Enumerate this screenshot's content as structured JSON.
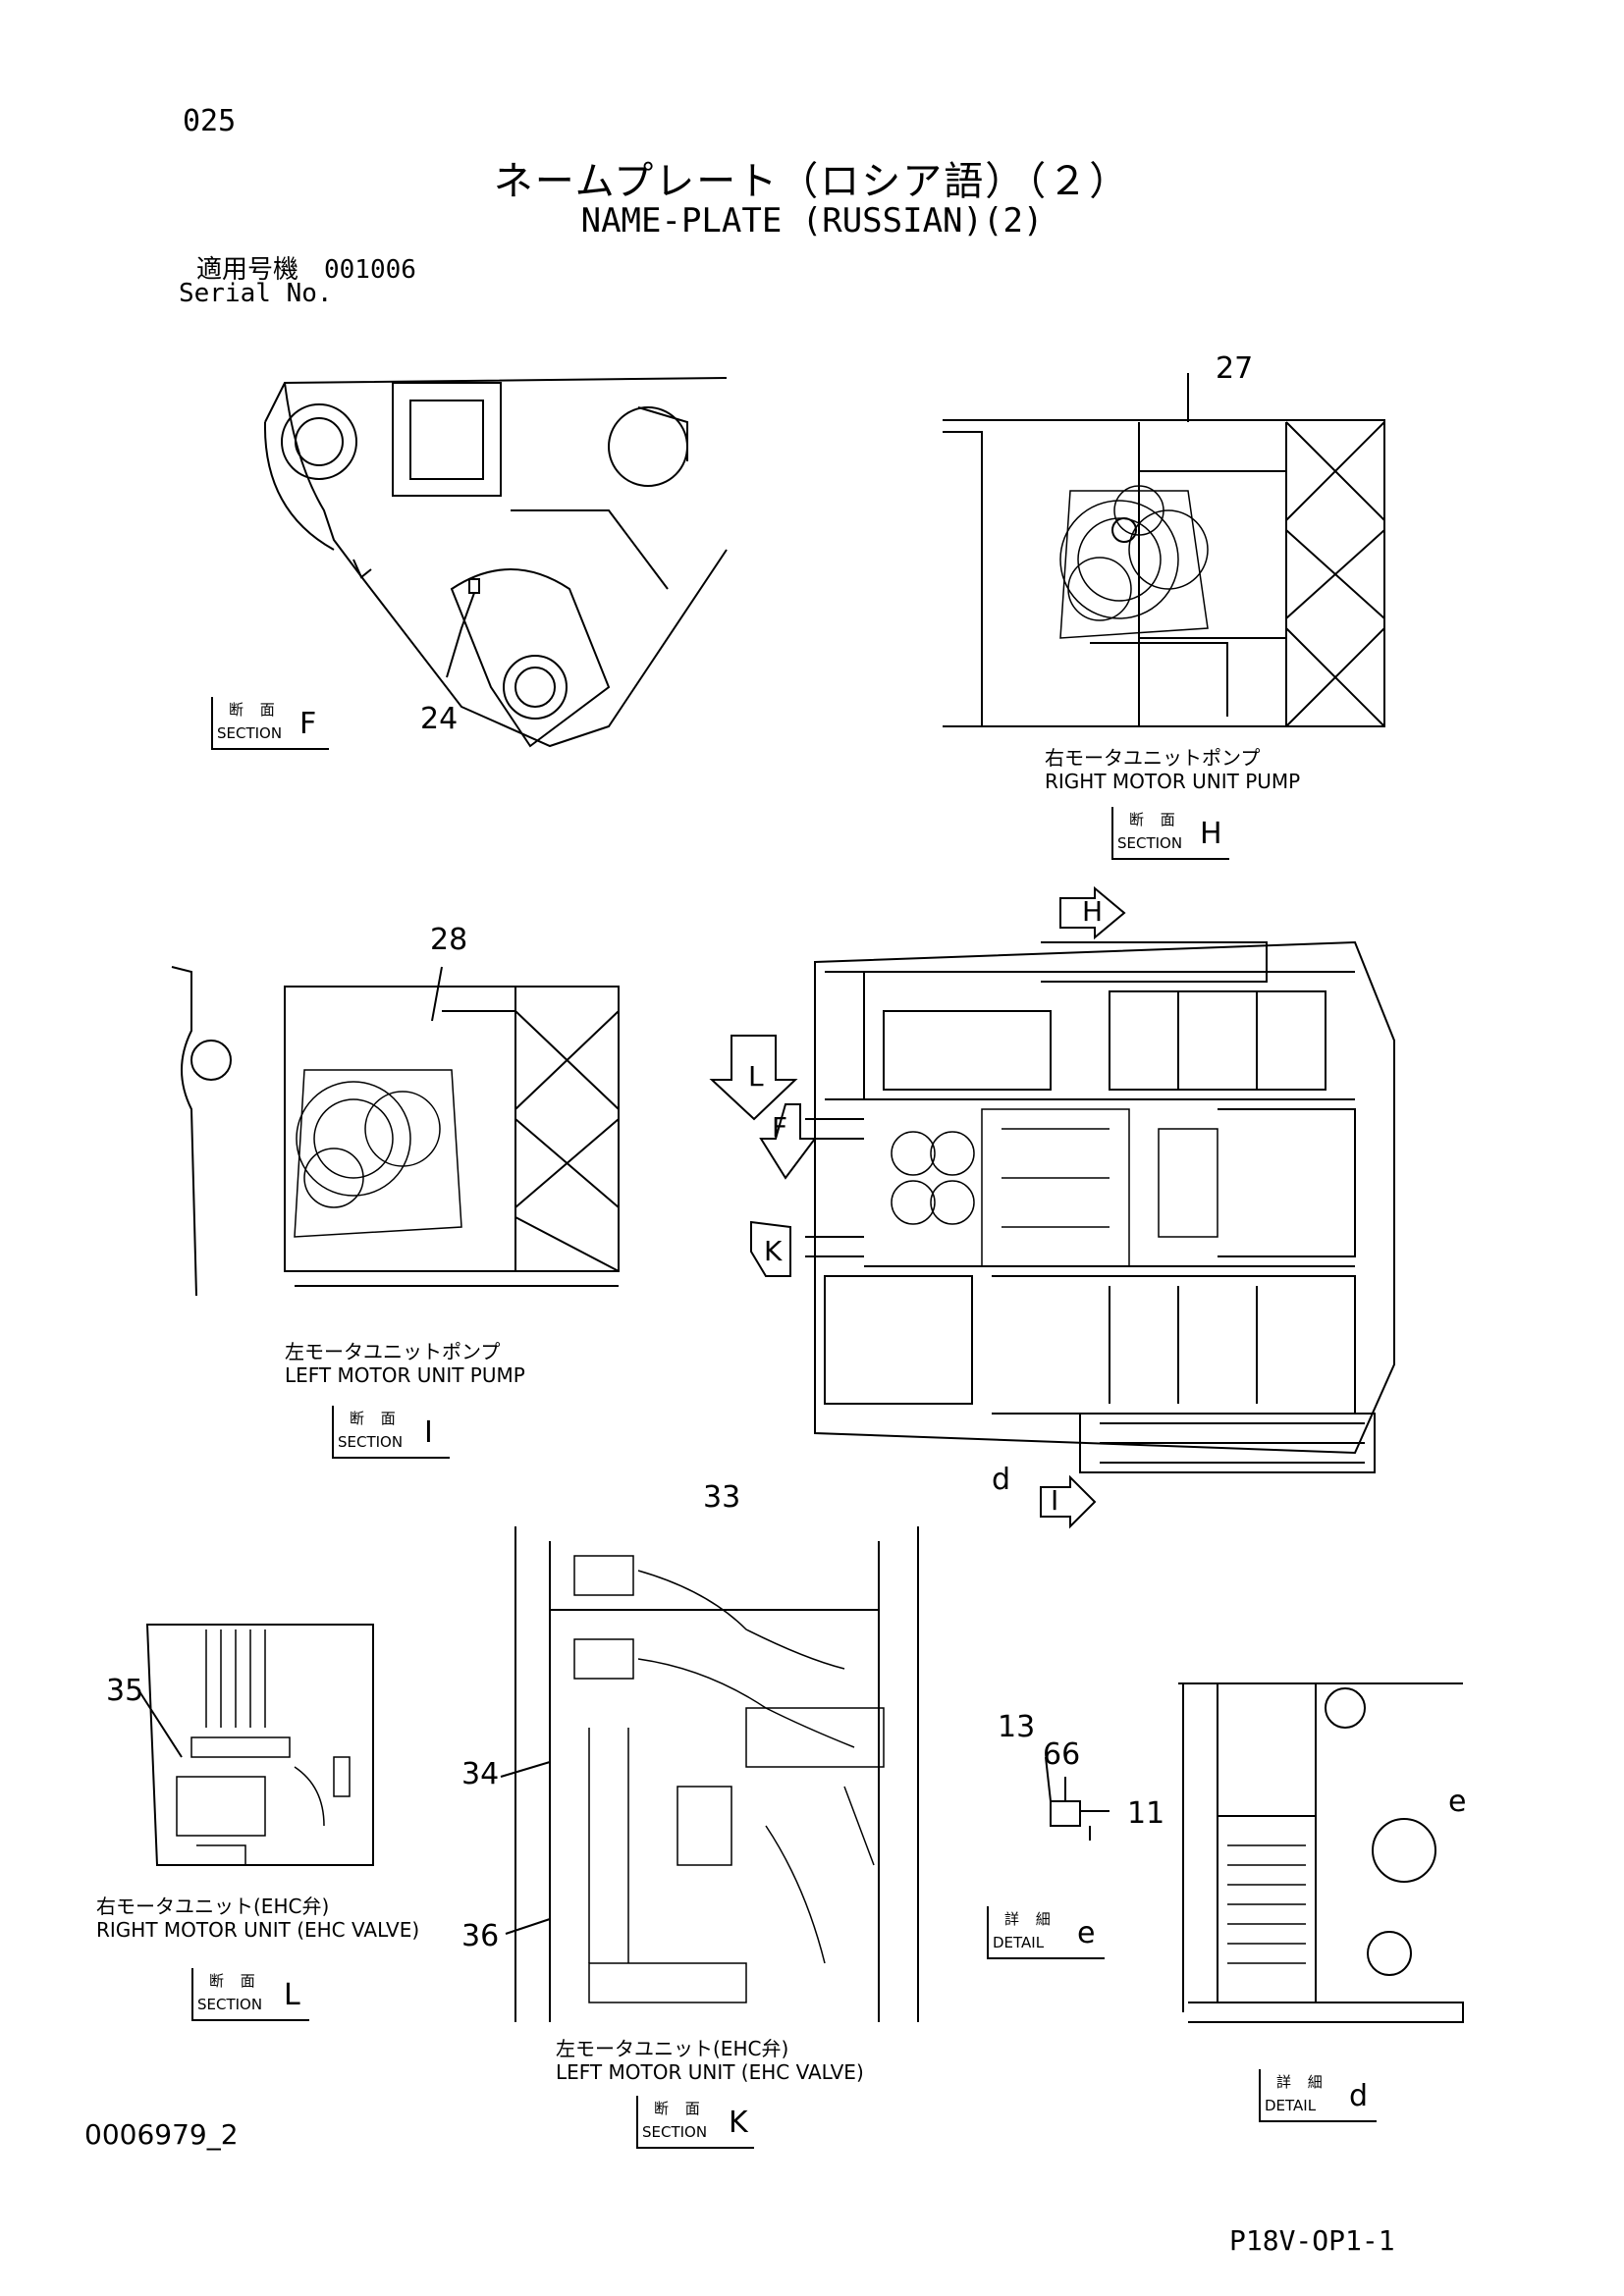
{
  "header": {
    "page_no": "025",
    "title_jp": "ネームプレート（ロシア語）（２）",
    "title_en": "NAME-PLATE (RUSSIAN)(2)",
    "serial_jp": "適用号機　001006",
    "serial_en": "Serial No."
  },
  "callouts": {
    "c24": "24",
    "c27": "27",
    "c28": "28",
    "c33": "33",
    "c34": "34",
    "c35": "35",
    "c36": "36",
    "c13": "13",
    "c66": "66",
    "c11": "11",
    "e": "e",
    "d": "d"
  },
  "arrows": {
    "H": "H",
    "L": "L",
    "F": "F",
    "K": "K",
    "I": "I"
  },
  "captions": {
    "right_pump_jp": "右モータユニットポンプ",
    "right_pump_en": "RIGHT MOTOR UNIT PUMP",
    "left_pump_jp": "左モータユニットポンプ",
    "left_pump_en": "LEFT MOTOR UNIT PUMP",
    "right_ehc_jp": "右モータユニット(EHC弁)",
    "right_ehc_en": "RIGHT MOTOR UNIT (EHC VALVE)",
    "left_ehc_jp": "左モータユニット(EHC弁)",
    "left_ehc_en": "LEFT MOTOR UNIT (EHC VALVE)"
  },
  "tags": {
    "section_jp": "断 面",
    "section_en": "SECTION",
    "detail_jp": "詳 細",
    "detail_en": "DETAIL",
    "F": "F",
    "H": "H",
    "I": "I",
    "L": "L",
    "K": "K",
    "e": "e",
    "d": "d"
  },
  "footer": {
    "doc_id": "0006979_2",
    "ref": "P18V-OP1-1"
  }
}
